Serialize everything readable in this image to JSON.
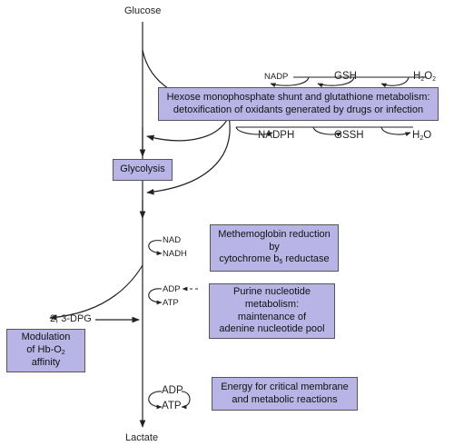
{
  "endpoints": {
    "top": "Glucose",
    "bottom": "Lactate"
  },
  "hmp": {
    "box_lines": [
      "Hexose monophosphate shunt and glutathione metabolism:",
      "detoxification of oxidants generated by drugs or infection"
    ],
    "top_cycle": {
      "left": "NADP",
      "middle": "GSH",
      "right_main": "H",
      "right_sub": "2",
      "right_tail": "O",
      "right_sub2": "2"
    },
    "bottom_cycle": {
      "left": "NADPH",
      "middle": "GSSH",
      "right_main": "H",
      "right_sub": "2",
      "right_tail": "O"
    }
  },
  "glycolysis": {
    "label": "Glycolysis"
  },
  "methemoglobin": {
    "cofactors": [
      "NAD",
      "NADH"
    ],
    "box_line1": "Methemoglobin reduction",
    "box_line2": "by",
    "box_line3_pre": "cytochrome b",
    "box_line3_sub": "5",
    "box_line3_post": " reductase"
  },
  "purine": {
    "cofactors": [
      "ADP",
      "ATP"
    ],
    "box_lines": [
      "Purine nucleotide",
      "metabolism:",
      "maintenance of",
      "adenine nucleotide pool"
    ]
  },
  "dpg": {
    "label": "2, 3-DPG",
    "box_line1": "Modulation",
    "box_line2_pre": "of Hb-O",
    "box_line2_sub": "2",
    "box_line3": "affinity"
  },
  "energy": {
    "cofactors": [
      "ADP",
      "ATP"
    ],
    "box_lines": [
      "Energy for critical membrane",
      "and metabolic reactions"
    ]
  }
}
